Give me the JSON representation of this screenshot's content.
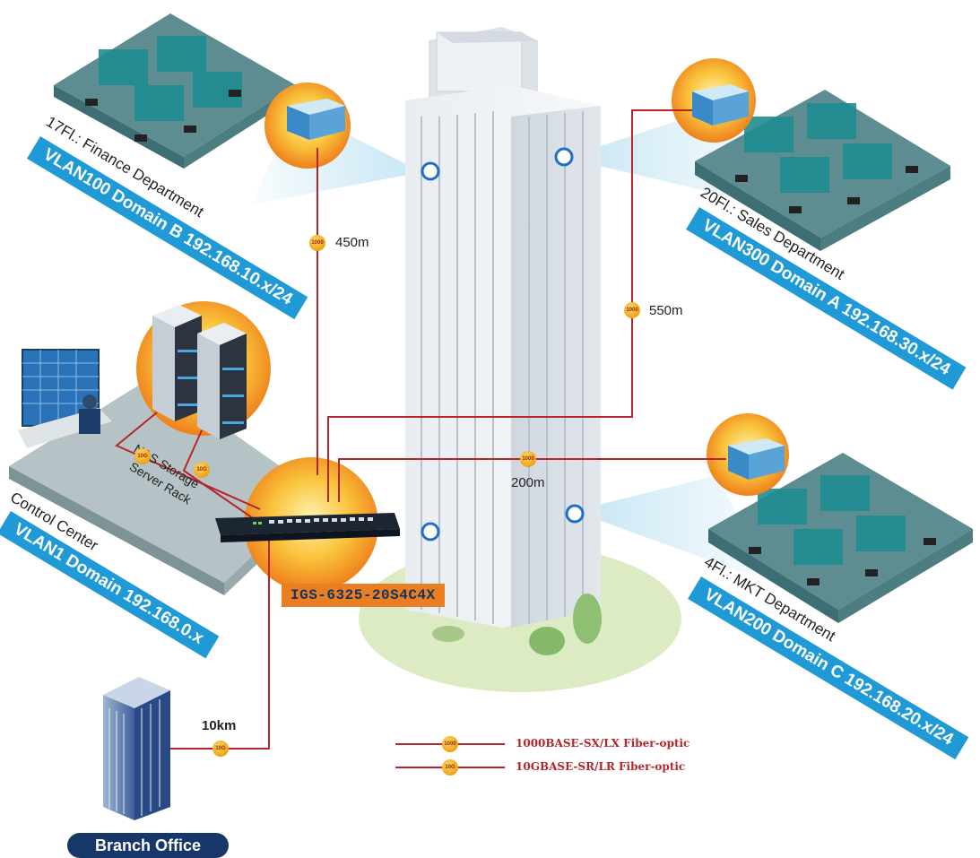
{
  "departments": {
    "finance": {
      "floor_label": "17Fl.: Finance Department",
      "vlan": "VLAN100 Domain B 192.168.10.x/24"
    },
    "sales": {
      "floor_label": "20Fl.: Sales Department",
      "vlan": "VLAN300 Domain A 192.168.30.x/24"
    },
    "mkt": {
      "floor_label": "4Fl.: MKT Department",
      "vlan": "VLAN200 Domain C 192.168.20.x/24"
    },
    "control": {
      "floor_label": "Control Center",
      "vlan": "VLAN1 Domain 192.168.0.x"
    }
  },
  "nas": {
    "line1": "NAS Storage",
    "line2": "Server Rack"
  },
  "model": "IGS-6325-20S4C4X",
  "branch": "Branch Office",
  "links": {
    "finance": {
      "distance": "450m",
      "badge": "1000"
    },
    "sales": {
      "distance": "550m",
      "badge": "1000"
    },
    "mkt": {
      "distance": "200m",
      "badge": "1000"
    },
    "branch": {
      "distance": "10km",
      "badge": "10G"
    },
    "nas_a": {
      "badge": "10G"
    },
    "nas_b": {
      "badge": "10G"
    }
  },
  "legend": [
    {
      "badge": "1000",
      "label": "1000BASE-SX/LX Fiber-optic"
    },
    {
      "badge": "10G",
      "label": "10GBASE-SR/LR Fiber-optic"
    }
  ],
  "colors": {
    "vlan_band": "#1f9ad6",
    "fiber": "#b3262b",
    "model_tag": "#e97e23",
    "branch_pill": "#163768"
  }
}
